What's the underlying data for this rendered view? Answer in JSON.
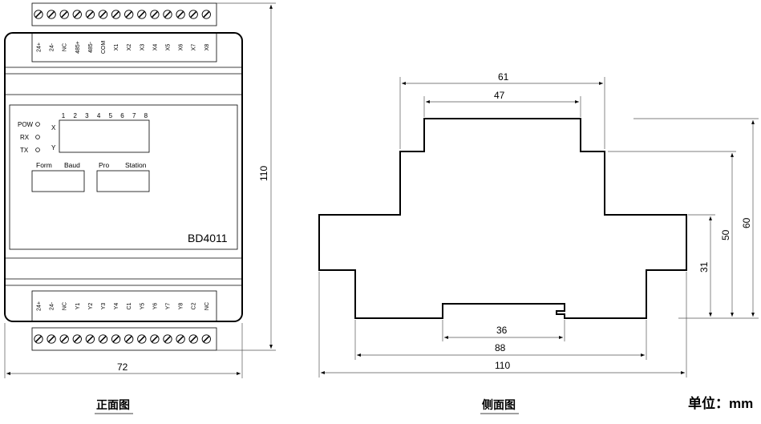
{
  "front": {
    "top_labels": [
      "24+",
      "24-",
      "NC",
      "485+",
      "485-",
      "COM",
      "X1",
      "X2",
      "X3",
      "X4",
      "X5",
      "X6",
      "X7",
      "X8"
    ],
    "bottom_labels": [
      "24+",
      "24-",
      "NC",
      "Y1",
      "Y2",
      "Y3",
      "Y4",
      "C1",
      "Y5",
      "Y6",
      "Y7",
      "Y8",
      "C2",
      "NC"
    ],
    "leds": [
      "POW",
      "RX",
      "TX"
    ],
    "x_label": "X",
    "y_label": "Y",
    "channel_numbers": [
      "1",
      "2",
      "3",
      "4",
      "5",
      "6",
      "7",
      "8"
    ],
    "switch_labels": [
      "Form",
      "Baud",
      "Pro",
      "Station"
    ],
    "model": "BD4011",
    "caption": "正面图",
    "dim_width": "72",
    "dim_height": "110"
  },
  "side": {
    "caption": "侧面图",
    "dim_61": "61",
    "dim_47": "47",
    "dim_36": "36",
    "dim_88": "88",
    "dim_110": "110",
    "dim_31": "31",
    "dim_50": "50",
    "dim_60": "60"
  },
  "unit": "单位：mm"
}
